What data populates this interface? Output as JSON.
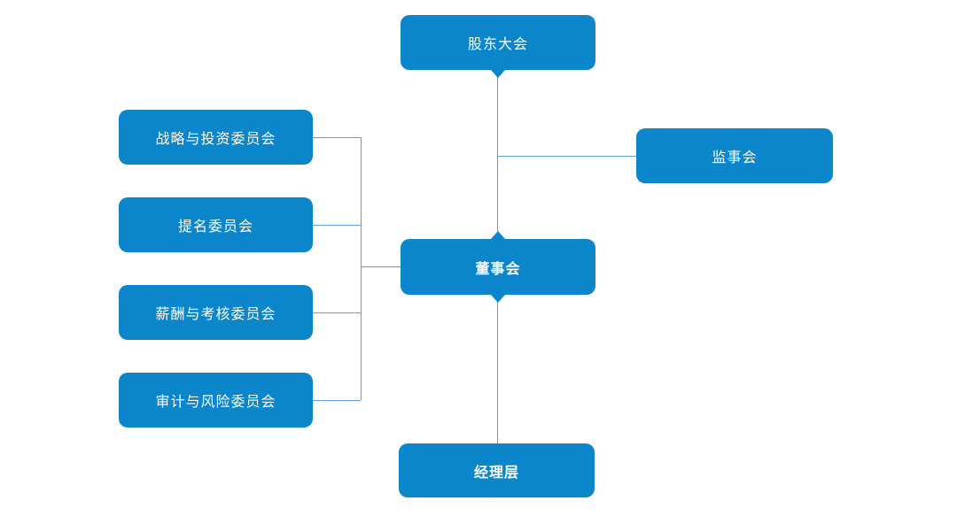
{
  "diagram": {
    "type": "org-chart",
    "colors": {
      "node_fill": "#0c86cb",
      "node_text": "#ffffff",
      "connector": "#5b9dd5",
      "background": "#ffffff"
    },
    "nodes": [
      {
        "id": "shareholders-meeting",
        "label": "股东大会",
        "emphasis": "normal"
      },
      {
        "id": "supervisory-board",
        "label": "监事会",
        "emphasis": "normal"
      },
      {
        "id": "board-of-directors",
        "label": "董事会",
        "emphasis": "bold"
      },
      {
        "id": "management-team",
        "label": "经理层",
        "emphasis": "bold"
      },
      {
        "id": "strategy-investment-committee",
        "label": "战略与投资委员会",
        "emphasis": "normal"
      },
      {
        "id": "nomination-committee",
        "label": "提名委员会",
        "emphasis": "normal"
      },
      {
        "id": "remuneration-appraisal-committee",
        "label": "薪酬与考核委员会",
        "emphasis": "normal"
      },
      {
        "id": "audit-risk-committee",
        "label": "审计与风险委员会",
        "emphasis": "normal"
      }
    ],
    "edges": [
      {
        "from": "股东大会",
        "to": "董事会"
      },
      {
        "from": "股东大会",
        "to": "监事会"
      },
      {
        "from": "董事会",
        "to": "经理层"
      },
      {
        "from": "战略与投资委员会",
        "to": "董事会"
      },
      {
        "from": "提名委员会",
        "to": "董事会"
      },
      {
        "from": "薪酬与考核委员会",
        "to": "董事会"
      },
      {
        "from": "审计与风险委员会",
        "to": "董事会"
      }
    ]
  }
}
